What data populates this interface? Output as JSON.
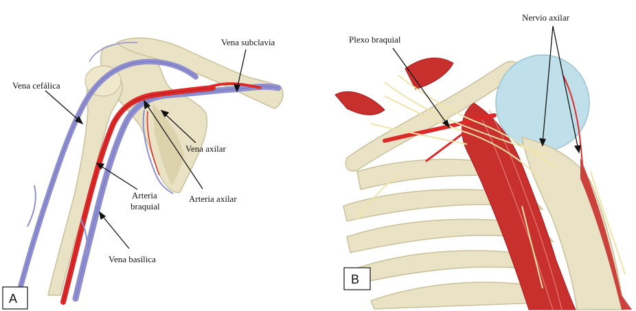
{
  "panels": [
    {
      "id": "A",
      "letter": "A",
      "labels": {
        "vena_subclavia": "Vena subclavia",
        "vena_cefalica": "Vena cefálica",
        "vena_axilar": "Vena axilar",
        "arteria_axilar": "Arteria axilar",
        "arteria_braquial_1": "Arteria",
        "arteria_braquial_2": "braquial",
        "vena_basilica": "Vena basílica"
      }
    },
    {
      "id": "B",
      "letter": "B",
      "labels": {
        "plexo_braquial": "Plexo braquial",
        "nervio_axilar": "Nervio axilar"
      }
    }
  ],
  "colors": {
    "bone": "#e9e2c4",
    "bone_shadow": "#c9c09a",
    "vein": "#8f8fd0",
    "vein_dark": "#6a6ab8",
    "artery": "#dc2a2a",
    "artery_dark": "#a81818",
    "muscle": "#c8302e",
    "nerve": "#efe4a8",
    "cartilage": "#bfe0ea"
  }
}
